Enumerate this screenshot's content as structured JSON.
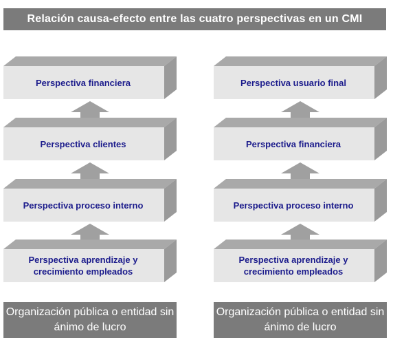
{
  "title": "Relación causa-efecto entre las cuatro perspectivas en un CMI",
  "columns": [
    {
      "blocks": [
        {
          "label": "Perspectiva financiera"
        },
        {
          "label": "Perspectiva clientes"
        },
        {
          "label": "Perspectiva proceso interno"
        },
        {
          "label": "Perspectiva aprendizaje y crecimiento empleados"
        }
      ],
      "base": "Organización pública o entidad sin ánimo de lucro"
    },
    {
      "blocks": [
        {
          "label": "Perspectiva usuario final"
        },
        {
          "label": "Perspectiva financiera"
        },
        {
          "label": "Perspectiva proceso interno"
        },
        {
          "label": "Perspectiva aprendizaje y crecimiento empleados"
        }
      ],
      "base": "Organización pública o entidad sin ánimo de lucro"
    }
  ],
  "colors": {
    "banner": "#7b7b7b",
    "block_face": "#e6e6e6",
    "block_top": "#a9a9a9",
    "block_side": "#9a9a9a",
    "label_text": "#1c1c8c",
    "arrow": "#a0a0a0"
  }
}
